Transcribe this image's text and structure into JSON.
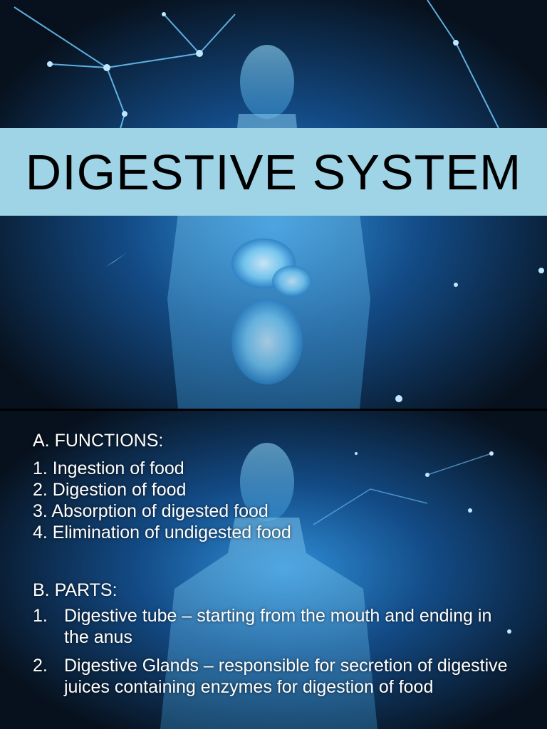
{
  "slide1": {
    "title": "DIGESTIVE SYSTEM"
  },
  "slide2": {
    "functions_heading": "A. FUNCTIONS:",
    "functions": [
      "1. Ingestion of food",
      "2. Digestion of food",
      "3. Absorption of digested food",
      "4. Elimination of undigested food"
    ],
    "parts_heading": "B. PARTS:",
    "parts": [
      {
        "num": "1.",
        "text": "Digestive tube – starting from the mouth and ending in the anus"
      },
      {
        "num": "2.",
        "text": "Digestive Glands – responsible for secretion of digestive juices containing enzymes for digestion of food"
      }
    ]
  },
  "colors": {
    "title_band": "#9fd4e6",
    "background": "#0b1a2b",
    "glow": "#2f8fd8"
  }
}
